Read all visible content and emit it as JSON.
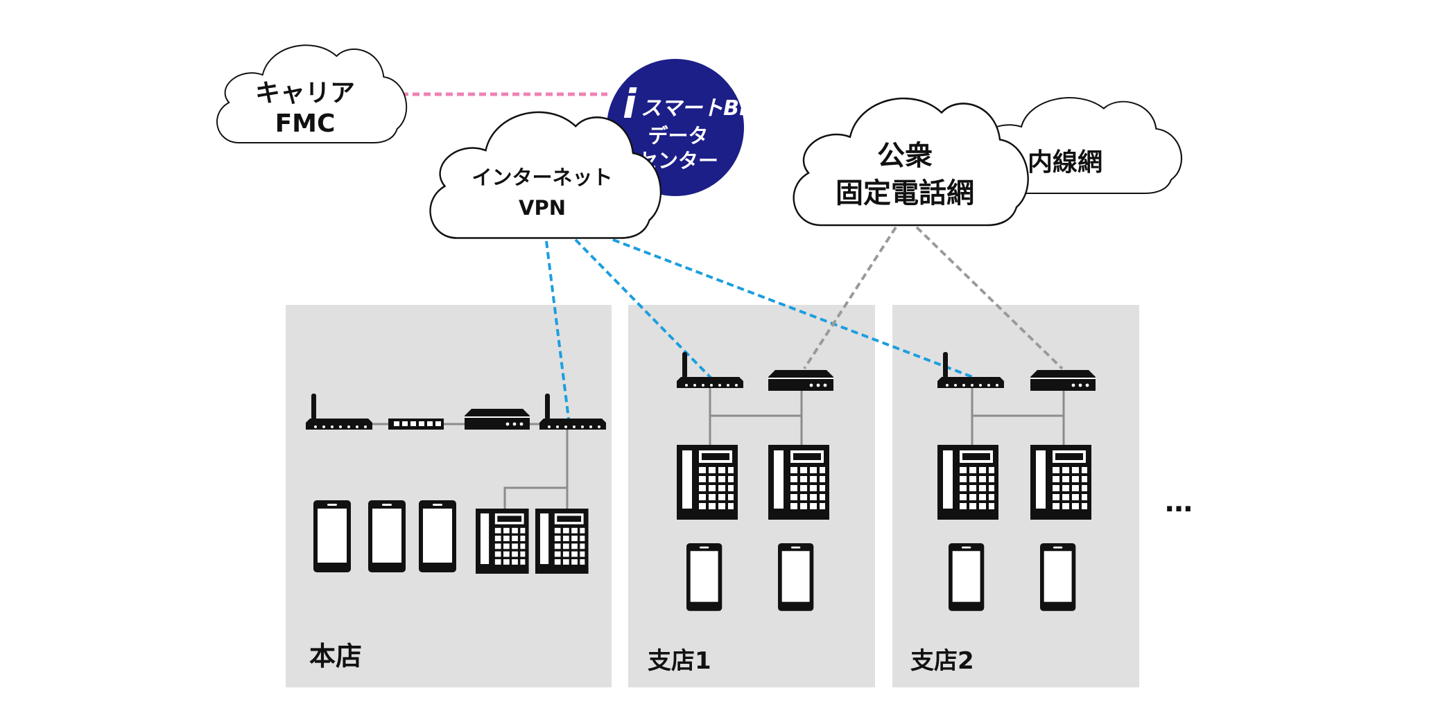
{
  "clouds": {
    "carrier_fmc": [
      "キャリア",
      "FMC"
    ],
    "internet_vpn": [
      "インターネット",
      "VPN"
    ],
    "public_network": [
      "公衆",
      "固定電話網"
    ],
    "extension_network": [
      "内線網"
    ]
  },
  "datacenter": {
    "logo_i": "i",
    "logo_rest": "スマートBiz",
    "lines": [
      "データ",
      "センター"
    ]
  },
  "sites": {
    "honten": "本店",
    "shiten1": "支店1",
    "shiten2": "支店2"
  },
  "ellipsis": "…",
  "colors": {
    "fmc_line": "#ee82b4",
    "vpn_line": "#1b9ede",
    "public_line": "#9a9a9a",
    "datacenter": "#1c1f87",
    "panel": "#e0e0e0",
    "wire": "#8c8c8c"
  }
}
